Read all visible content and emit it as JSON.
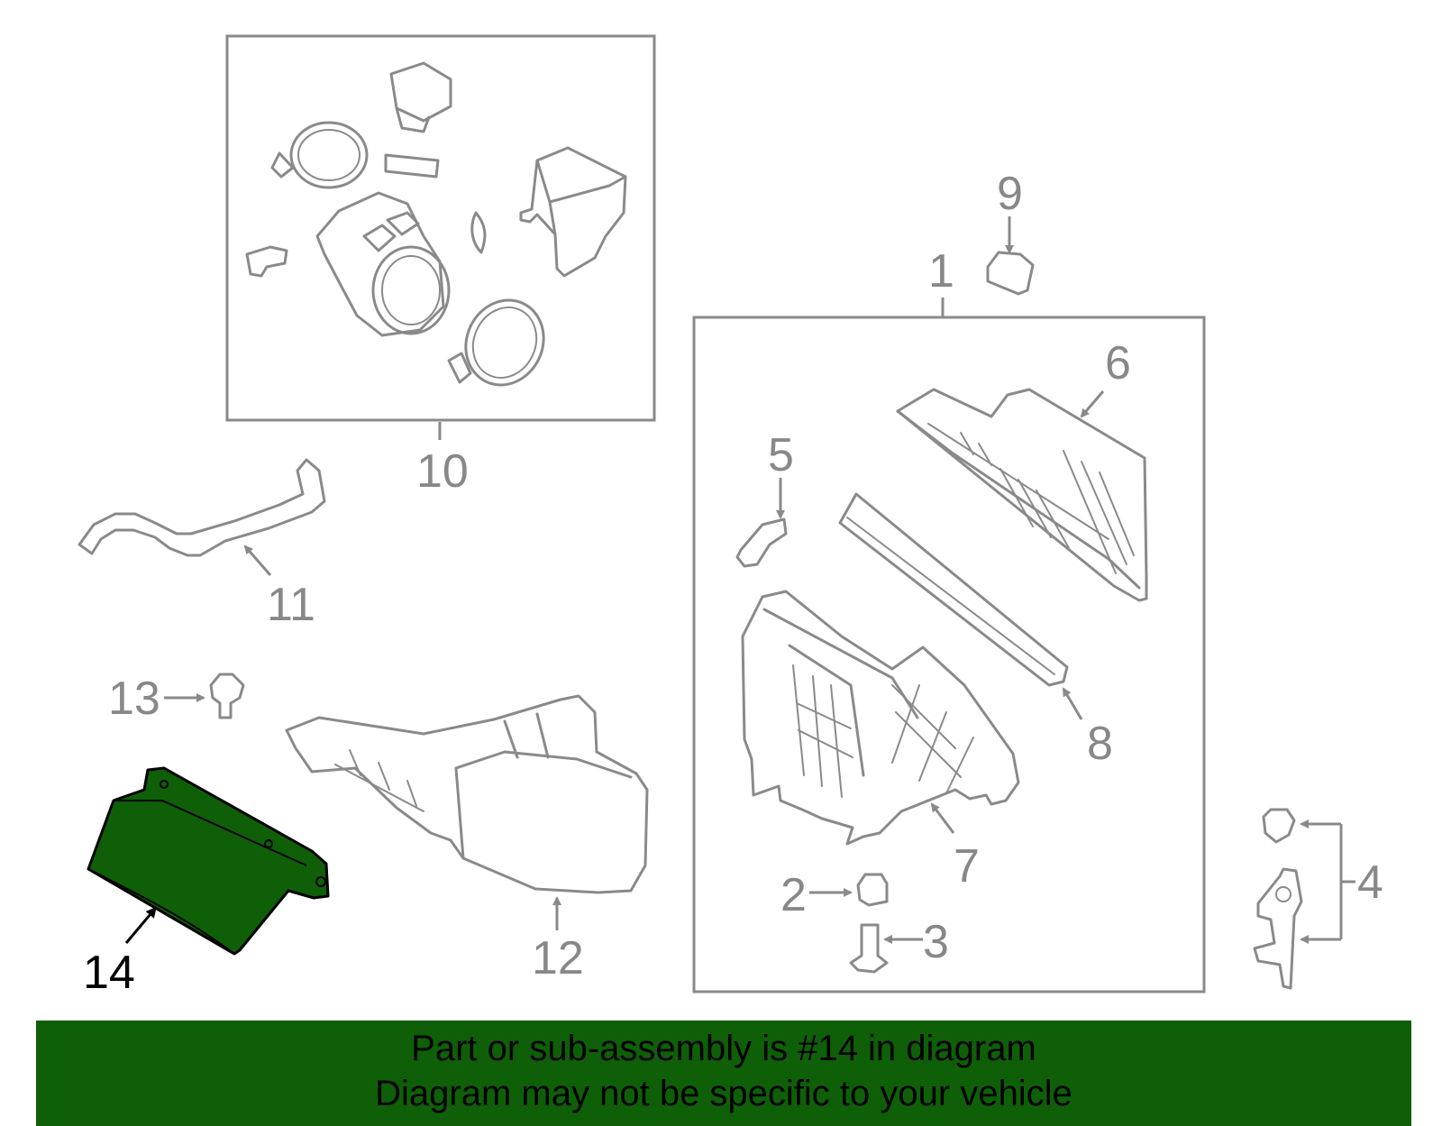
{
  "callouts": {
    "n1": "1",
    "n2": "2",
    "n3": "3",
    "n4": "4",
    "n5": "5",
    "n6": "6",
    "n7": "7",
    "n8": "8",
    "n9": "9",
    "n10": "10",
    "n11": "11",
    "n12": "12",
    "n13": "13",
    "n14": "14"
  },
  "highlight": {
    "color": "#0f5f08",
    "callout": "14"
  },
  "banner": {
    "line1": "Part or sub-assembly is #14 in diagram",
    "line2": "Diagram may not be specific to your vehicle",
    "background": "#0f5f08"
  }
}
